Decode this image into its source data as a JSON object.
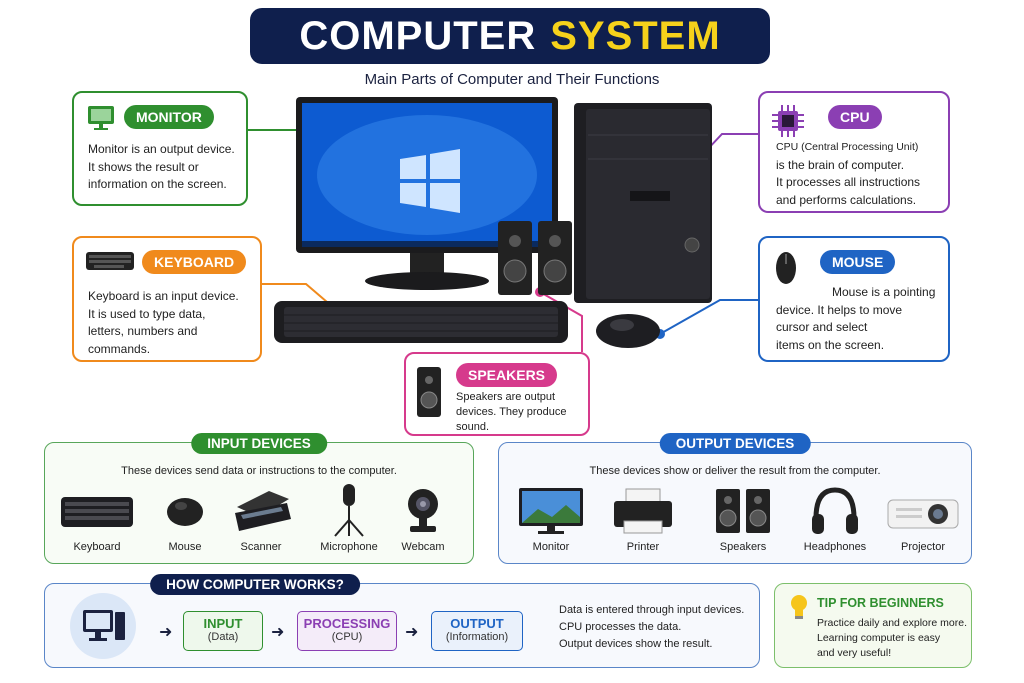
{
  "title": {
    "part1": "COMPUTER",
    "part2": "SYSTEM"
  },
  "subtitle": "Main Parts of Computer and Their Functions",
  "monitor": {
    "label": "MONITOR",
    "lines": [
      "Monitor is an output device.",
      "It shows the result or",
      "information on the screen."
    ]
  },
  "keyboard": {
    "label": "KEYBOARD",
    "lines": [
      "Keyboard is an input device.",
      "It is used to type data,",
      "letters, numbers and",
      "commands."
    ]
  },
  "cpu": {
    "label": "CPU",
    "lines": [
      "CPU (Central Processing Unit)",
      "is the brain of computer.",
      "It processes all instructions",
      "and performs calculations."
    ]
  },
  "mouse": {
    "label": "MOUSE",
    "lines": [
      "Mouse is a pointing",
      "device. It helps to move",
      "cursor and select",
      "items on the screen."
    ]
  },
  "speakers": {
    "label": "SPEAKERS",
    "lines": [
      "Speakers are output",
      "devices. They produce",
      "sound."
    ]
  },
  "input_devices": {
    "label": "INPUT DEVICES",
    "description": "These devices send data or instructions to the computer.",
    "items": [
      "Keyboard",
      "Mouse",
      "Scanner",
      "Microphone",
      "Webcam"
    ]
  },
  "output_devices": {
    "label": "OUTPUT DEVICES",
    "description": "These devices show or deliver the result from the computer.",
    "items": [
      "Monitor",
      "Printer",
      "Speakers",
      "Headphones",
      "Projector"
    ]
  },
  "how_works": {
    "label": "HOW COMPUTER WORKS?",
    "steps": [
      {
        "title": "INPUT",
        "sub": "(Data)"
      },
      {
        "title": "PROCESSING",
        "sub": "(CPU)"
      },
      {
        "title": "OUTPUT",
        "sub": "(Information)"
      }
    ],
    "lines": [
      "Data is entered through input devices.",
      "CPU processes the data.",
      "Output devices show the result."
    ]
  },
  "tip": {
    "label": "TIP FOR BEGINNERS",
    "lines": [
      "Practice daily and explore more.",
      "Learning computer is easy",
      "and very useful!"
    ]
  },
  "colors": {
    "navy": "#0f1f4d",
    "yellow": "#f6d21b",
    "green": "#2f8f2f",
    "orange": "#f08a1c",
    "purple": "#8b3fb3",
    "blue": "#1f64c4",
    "pink": "#d63a8c"
  },
  "icons": [
    "monitor-icon",
    "keyboard-icon",
    "chip-icon",
    "mouse-icon",
    "speaker-icon",
    "computer-icon",
    "lightbulb-icon",
    "arrow-right-icon"
  ]
}
